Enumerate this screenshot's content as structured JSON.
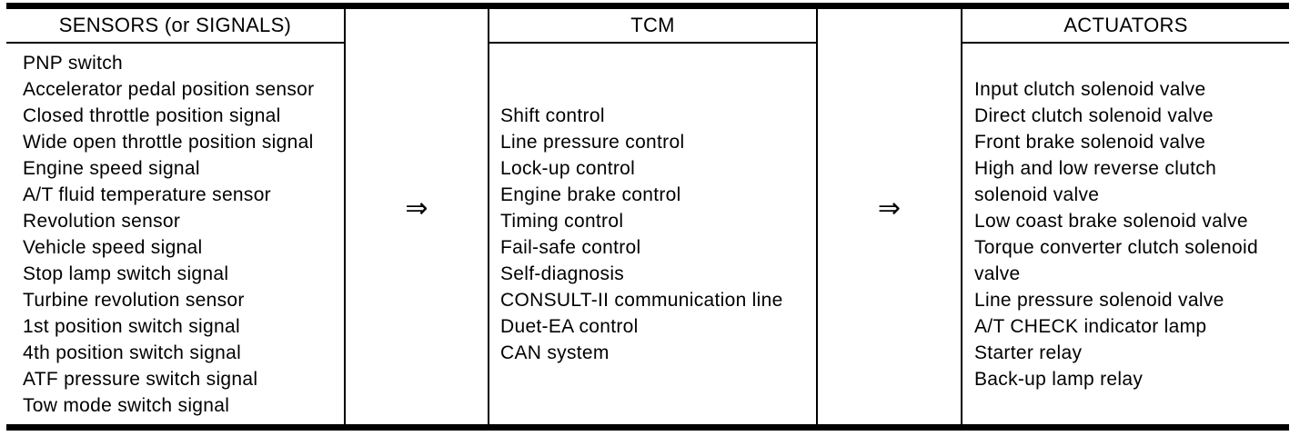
{
  "figure": {
    "colors": {
      "ink": "#000000",
      "paper": "#ffffff"
    },
    "arrow_symbol": "⇒",
    "columns": [
      {
        "id": "sensors",
        "header": "SENSORS (or SIGNALS)",
        "lines": [
          "PNP switch",
          "Accelerator pedal position sensor",
          "Closed throttle position signal",
          "Wide open throttle position signal",
          "Engine speed signal",
          "A/T fluid temperature sensor",
          "Revolution sensor",
          "Vehicle speed signal",
          "Stop lamp switch signal",
          "Turbine revolution sensor",
          "1st position switch signal",
          "4th position switch signal",
          "ATF pressure switch signal",
          "Tow mode switch signal"
        ]
      },
      {
        "id": "tcm",
        "header": "TCM",
        "lines": [
          "Shift control",
          "Line pressure control",
          "Lock-up control",
          "Engine brake control",
          "Timing control",
          "Fail-safe control",
          "Self-diagnosis",
          "CONSULT-II communication line",
          "Duet-EA control",
          "CAN system"
        ]
      },
      {
        "id": "actuators",
        "header": "ACTUATORS",
        "lines": [
          "Input clutch solenoid valve",
          "Direct clutch solenoid valve",
          "Front brake solenoid valve",
          "High and low reverse clutch",
          "solenoid valve",
          "Low coast brake solenoid valve",
          "Torque converter clutch solenoid",
          "valve",
          "Line pressure solenoid valve",
          "A/T CHECK indicator lamp",
          "Starter relay",
          "Back-up lamp relay"
        ]
      }
    ]
  }
}
